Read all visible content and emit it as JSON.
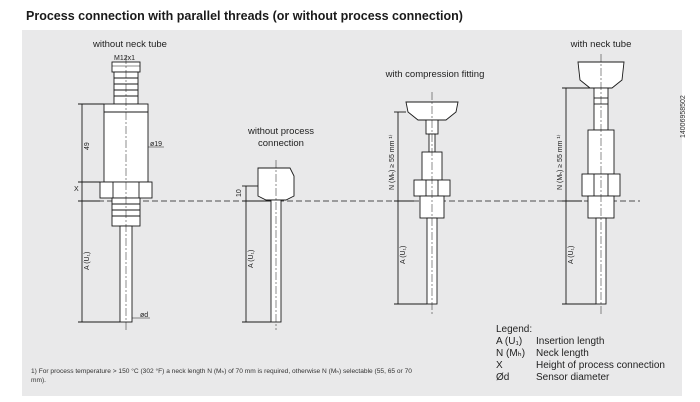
{
  "page": {
    "title": "Process connection with parallel threads (or without process connection)",
    "doc_id": "14006958502"
  },
  "figures": {
    "neck_tube_left": "without neck tube",
    "no_process_conn": "without process\nconnection",
    "compression": "with compression fitting",
    "neck_tube_right": "with neck tube"
  },
  "dims": {
    "thread": "M12x1",
    "dia19": "ø19",
    "len49": "49",
    "x": "X",
    "dia_d": "ød",
    "a_u": "A (U₁)",
    "ten": "10",
    "neck": "N (Mₕ) ≥ 55 mm ¹⁾"
  },
  "legend": {
    "title": "Legend:",
    "items": [
      {
        "key": "A (U₁)",
        "desc": "Insertion length"
      },
      {
        "key": "N (Mₕ)",
        "desc": "Neck length"
      },
      {
        "key": "X",
        "desc": "Height of process connection"
      },
      {
        "key": "Ød",
        "desc": "Sensor diameter"
      }
    ]
  },
  "footnote": "1) For process temperature > 150 °C (302 °F) a neck length N (Mₕ) of 70 mm is required, otherwise N (Mₕ) selectable (55, 65 or 70 mm).",
  "colors": {
    "panel": "#e9e9ea",
    "line": "#1a1a1a",
    "body": "#ffffff"
  }
}
